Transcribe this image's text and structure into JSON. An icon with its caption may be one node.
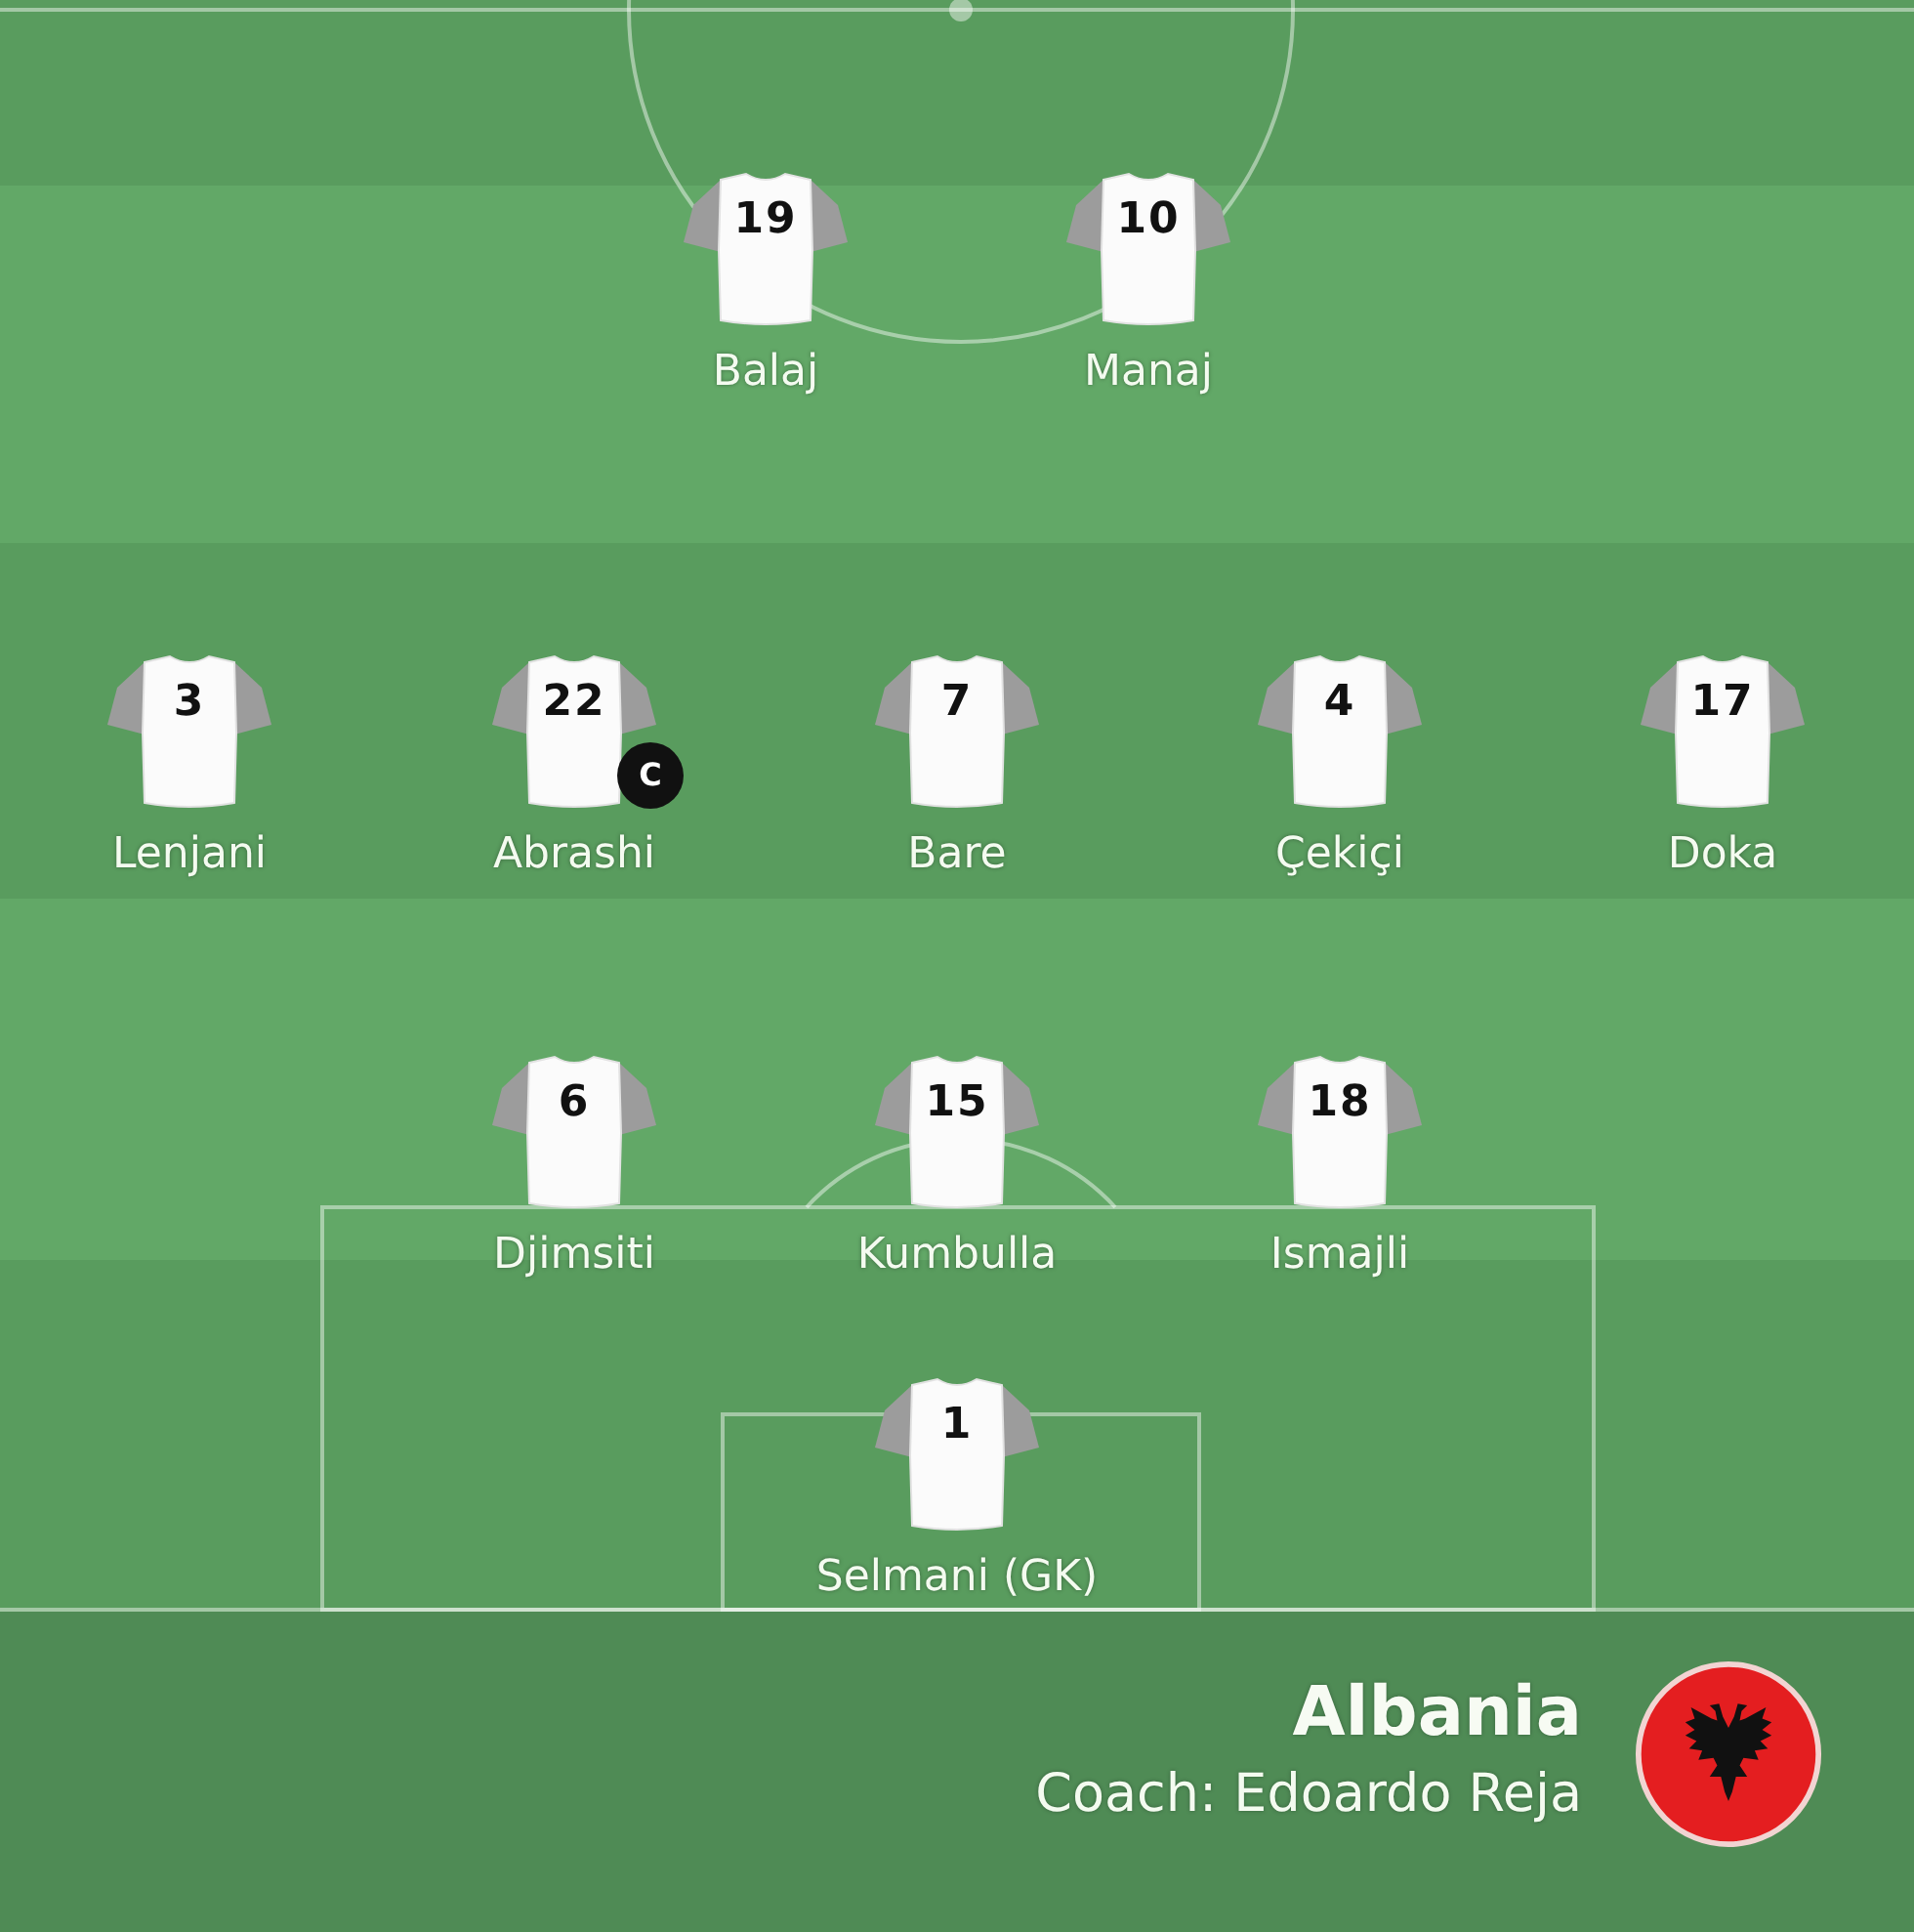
{
  "diagram": {
    "title": "Albania",
    "nodes": [
      {
        "text": [
          "19"
        ],
        "beside": [
          "Balaj"
        ]
      },
      {
        "text": [
          "10"
        ],
        "beside": [
          "Manaj"
        ]
      },
      {
        "text": [
          "3"
        ],
        "beside": [
          "Lenjani"
        ]
      },
      {
        "text": [
          "22"
        ],
        "beside": [
          "Abrashi"
        ]
      },
      {
        "text": [
          "C"
        ]
      },
      {
        "text": [
          "7"
        ],
        "beside": [
          "Bare"
        ]
      },
      {
        "text": [
          "4"
        ],
        "beside": [
          "Çekiçi"
        ]
      },
      {
        "text": [
          "17"
        ],
        "beside": [
          "Doka"
        ]
      },
      {
        "text": [
          "6"
        ],
        "beside": [
          "Djimsiti"
        ]
      },
      {
        "text": [
          "15"
        ],
        "beside": [
          "Kumbulla"
        ]
      },
      {
        "text": [
          "18"
        ],
        "beside": [
          "Ismajli"
        ]
      },
      {
        "text": [
          "1"
        ],
        "beside": [
          "Selmani (GK)"
        ]
      }
    ],
    "labels": [
      "Coach: Edoardo Reja"
    ]
  }
}
